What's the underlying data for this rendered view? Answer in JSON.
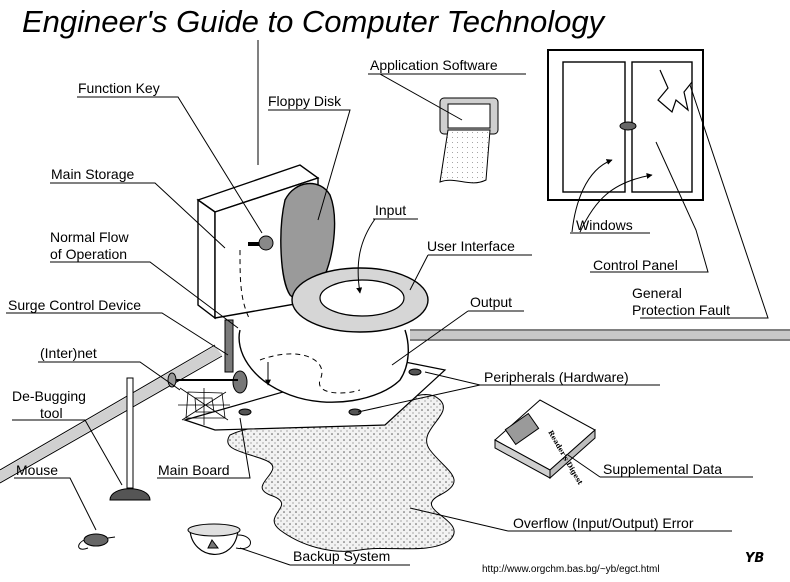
{
  "title": "Engineer's Guide to Computer Technology",
  "labels": {
    "function_key": "Function Key",
    "floppy_disk": "Floppy Disk",
    "application_software": "Application Software",
    "main_storage": "Main Storage",
    "normal_flow_1": "Normal Flow",
    "normal_flow_2": "of Operation",
    "input": "Input",
    "user_interface": "User Interface",
    "windows": "Windows",
    "control_panel": "Control Panel",
    "gpf_1": "General",
    "gpf_2": "Protection Fault",
    "surge_control": "Surge Control Device",
    "output": "Output",
    "internet": "(Inter)net",
    "peripherals": "Peripherals (Hardware)",
    "debugging_1": "De-Bugging",
    "debugging_2": "tool",
    "mouse": "Mouse",
    "main_board": "Main Board",
    "supplemental": "Supplemental Data",
    "overflow": "Overflow (Input/Output) Error",
    "backup": "Backup System"
  },
  "magazine_cover": "Reader's Digest",
  "footer": {
    "url": "http://www.orgchm.bas.bg/~yb/egct.html",
    "signature": "YB"
  },
  "colors": {
    "background": "#ffffff",
    "ink": "#000000",
    "seat_gray": "#d6d6d6",
    "lid_gray": "#9a9a9a",
    "floor_line_gray": "#bcbcbc",
    "puddle_gray": "#e4e4e4"
  }
}
